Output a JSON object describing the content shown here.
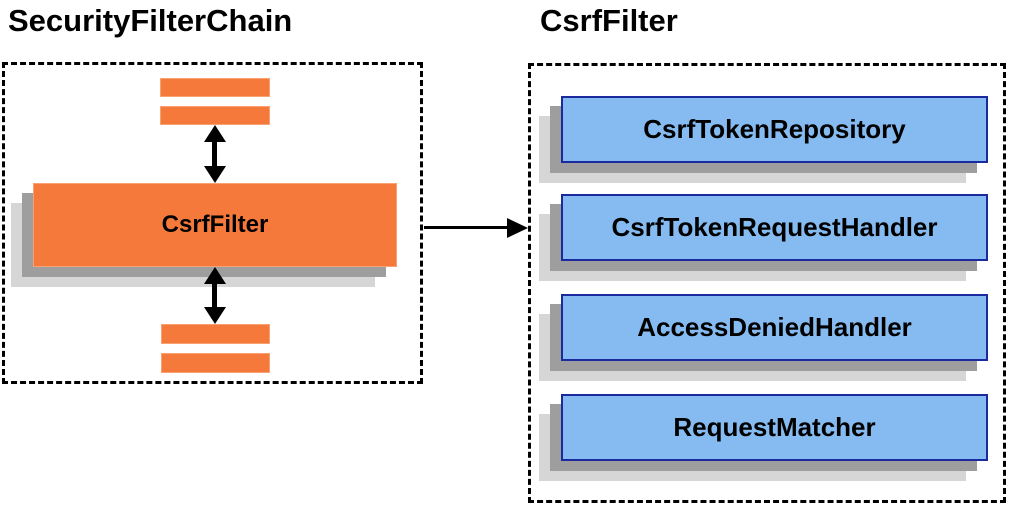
{
  "left_panel": {
    "title": "SecurityFilterChain",
    "csrf_filter_label": "CsrfFilter"
  },
  "right_panel": {
    "title": "CsrfFilter",
    "components": [
      "CsrfTokenRepository",
      "CsrfTokenRequestHandler",
      "AccessDeniedHandler",
      "RequestMatcher"
    ]
  },
  "colors": {
    "orange_fill": "#f5793b",
    "orange_border": "#f9a171",
    "blue_fill": "#85bbf0",
    "blue_border": "#1b2a9e",
    "shadow_dark": "#9e9e9e",
    "shadow_light": "#d6d6d6",
    "line_color": "#000000",
    "background": "#ffffff"
  }
}
